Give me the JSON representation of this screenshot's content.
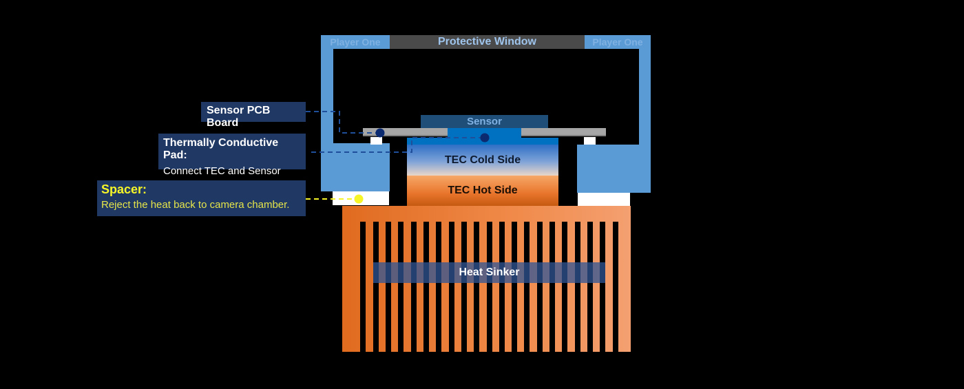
{
  "housing": {
    "left_label": "Player One",
    "right_label": "Player One",
    "window_label": "Protective Window"
  },
  "sensor": {
    "label": "Sensor"
  },
  "tec": {
    "cold_label": "TEC Cold Side",
    "hot_label": "TEC Hot Side"
  },
  "heat_sink": {
    "label": "Heat Sinker",
    "fin_count": 22
  },
  "callouts": {
    "pcb": {
      "title": "Sensor PCB Board"
    },
    "pad": {
      "title": "Thermally Conductive Pad:",
      "subtitle": "Connect TEC and Sensor"
    },
    "spacer": {
      "title": "Spacer:",
      "subtitle": "Reject the heat back to camera chamber."
    }
  },
  "colors": {
    "housing": "#5b9bd5",
    "callout_bg": "#203864",
    "leader_blue": "#1f4e9a",
    "leader_yellow": "#f5f528",
    "heat_sink": "#ed7d31"
  }
}
